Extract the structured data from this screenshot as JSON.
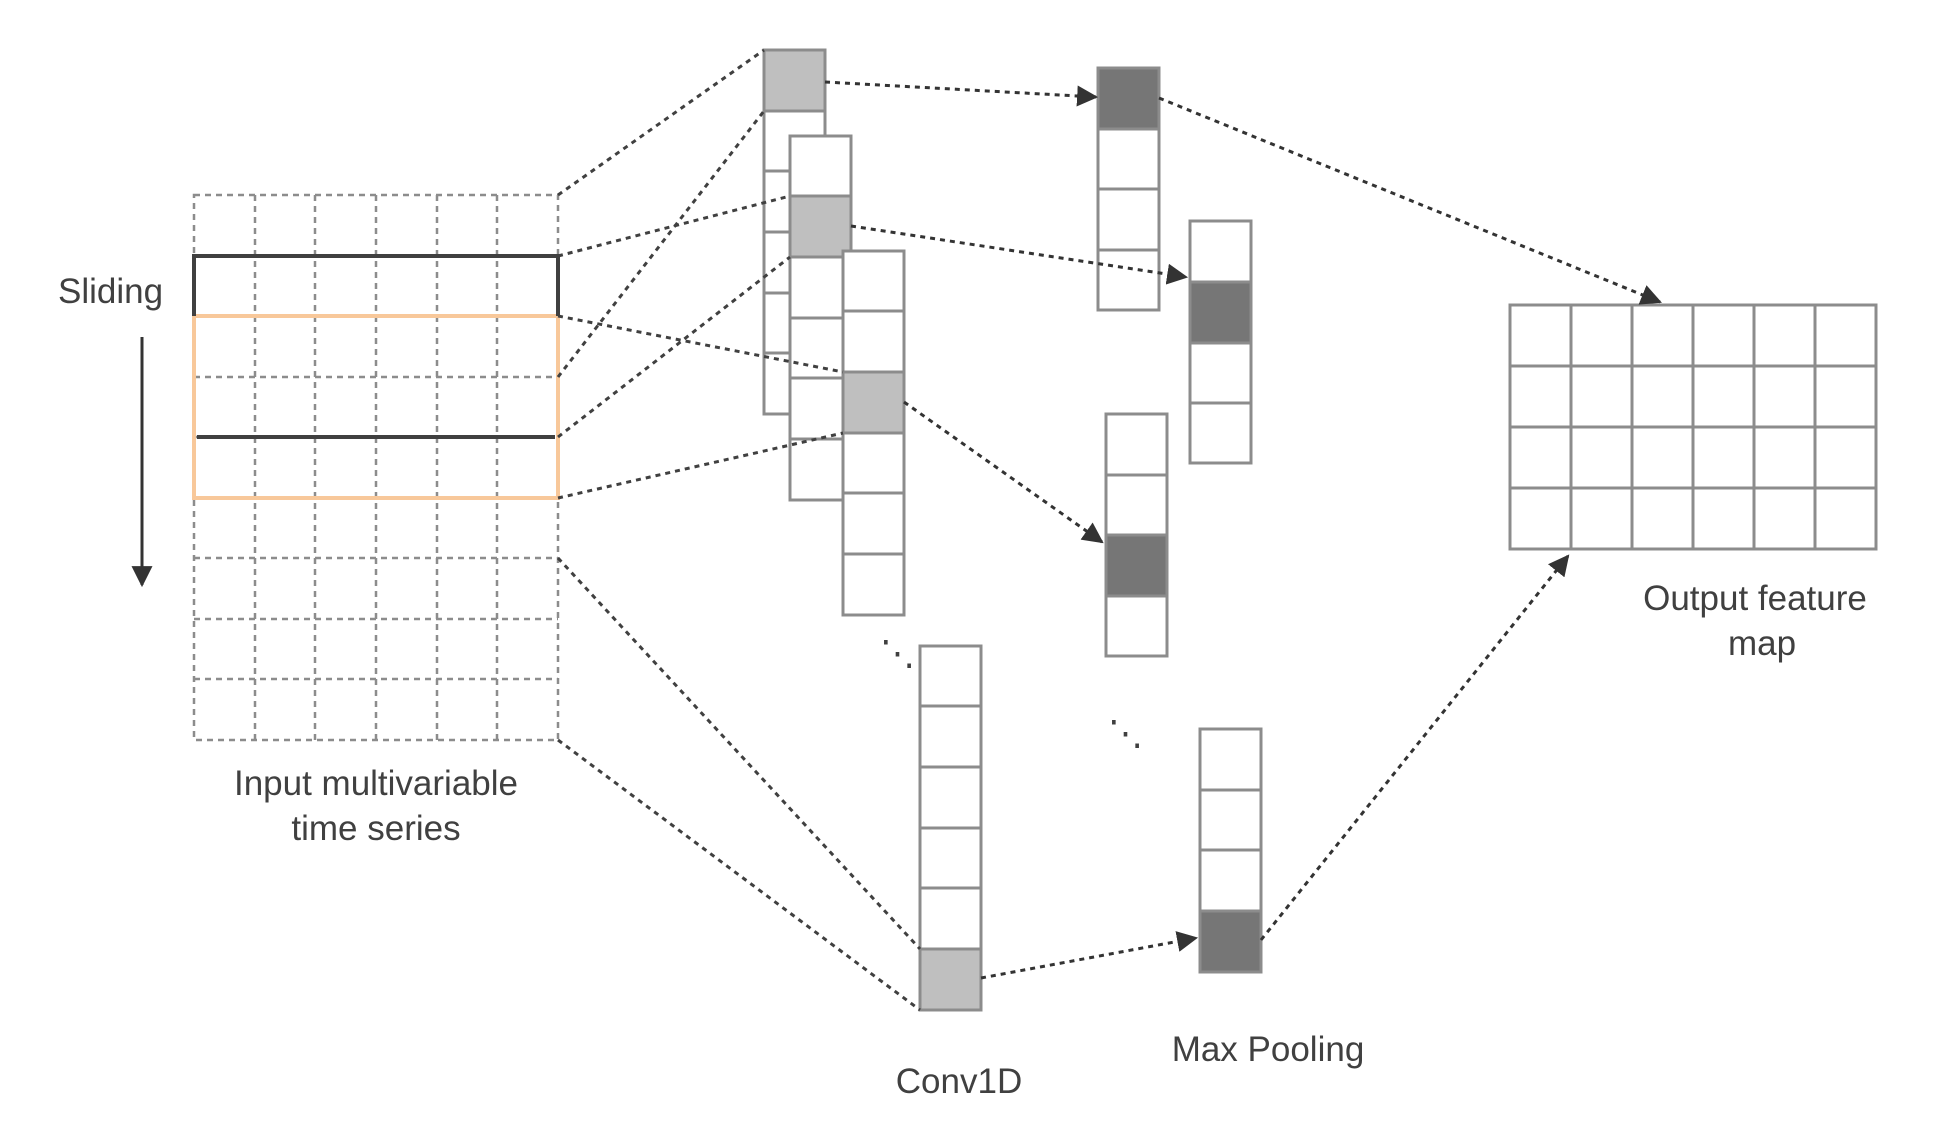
{
  "labels": {
    "sliding": "Sliding",
    "input_line1": "Input multivariable",
    "input_line2": "time series",
    "conv1d": "Conv1D",
    "max_pooling": "Max Pooling",
    "output_line1": "Output feature",
    "output_line2": "map"
  },
  "ellipsis_symbol": "⋱",
  "colors": {
    "grid_gray": "#8c8c8c",
    "dark_outline": "#404040",
    "highlight_window": "#f8c89a",
    "conv_cell_fill": "#bfbfbf",
    "pool_cell_fill": "#767676",
    "connector": "#404040"
  }
}
